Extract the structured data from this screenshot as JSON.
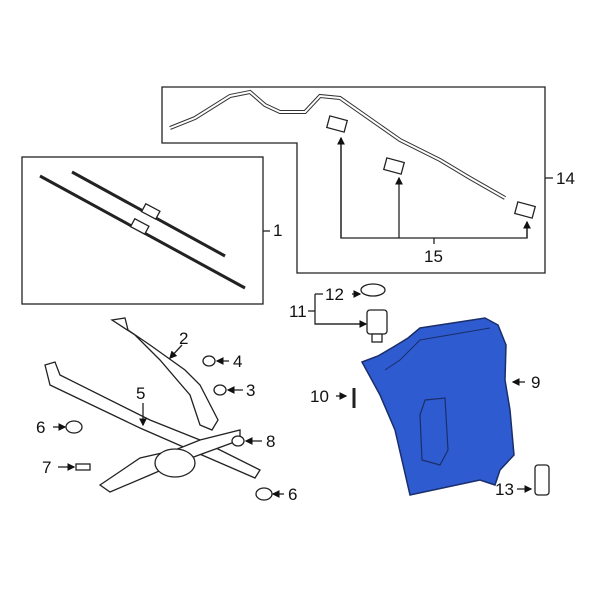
{
  "diagram": {
    "type": "exploded-parts-diagram",
    "subject": "Windshield wiper and washer system",
    "accent_color": "#2f5bd0",
    "callouts": [
      {
        "id": "c1",
        "number": "1",
        "part": "wiper-blades"
      },
      {
        "id": "c2",
        "number": "2",
        "part": "wiper-arm"
      },
      {
        "id": "c3",
        "number": "3",
        "part": "nut"
      },
      {
        "id": "c4",
        "number": "4",
        "part": "cap"
      },
      {
        "id": "c5",
        "number": "5",
        "part": "wiper-linkage-motor"
      },
      {
        "id": "c6a",
        "number": "6",
        "part": "grommet"
      },
      {
        "id": "c6b",
        "number": "6",
        "part": "grommet"
      },
      {
        "id": "c7",
        "number": "7",
        "part": "stud"
      },
      {
        "id": "c8",
        "number": "8",
        "part": "nut"
      },
      {
        "id": "c9",
        "number": "9",
        "part": "washer-reservoir",
        "highlighted": true
      },
      {
        "id": "c10",
        "number": "10",
        "part": "bolt"
      },
      {
        "id": "c11",
        "number": "11",
        "part": "level-sensor-assembly"
      },
      {
        "id": "c12",
        "number": "12",
        "part": "seal"
      },
      {
        "id": "c13",
        "number": "13",
        "part": "washer-pump"
      },
      {
        "id": "c14",
        "number": "14",
        "part": "washer-hose-assembly"
      },
      {
        "id": "c15",
        "number": "15",
        "part": "nozzles"
      }
    ]
  },
  "labels": {
    "l1": "1",
    "l2": "2",
    "l3": "3",
    "l4": "4",
    "l5": "5",
    "l6a": "6",
    "l6b": "6",
    "l7": "7",
    "l8": "8",
    "l9": "9",
    "l10": "10",
    "l11": "11",
    "l12": "12",
    "l13": "13",
    "l14": "14",
    "l15": "15"
  }
}
